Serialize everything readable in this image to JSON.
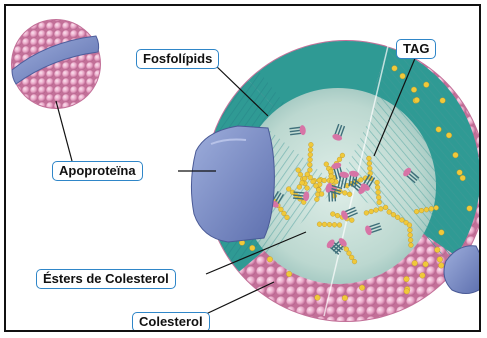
{
  "labels": {
    "fosfolipids": "Fosfolípids",
    "tag": "TAG",
    "apoproteina": "Apoproteïna",
    "esters": "Ésters de Colesterol",
    "colesterol": "Colesterol"
  },
  "colors": {
    "label_border": "#2f86c8",
    "phospholipid_head": "#e8a6c6",
    "apoprotein": "#7f90c6",
    "tail_teal": "#2a8c8c",
    "cholesterol_yellow": "#f0c93a"
  }
}
